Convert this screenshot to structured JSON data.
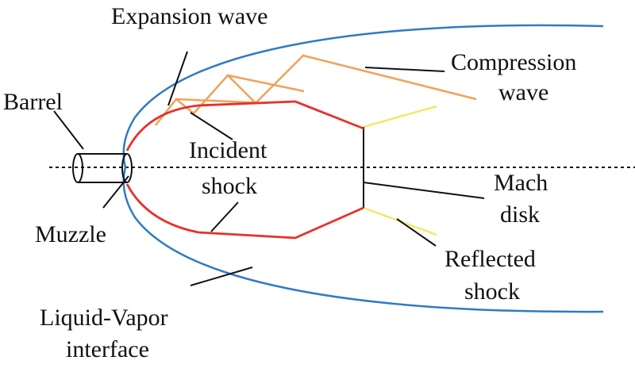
{
  "labels": {
    "expansion_wave": "Expansion wave",
    "compression_wave_1": "Compression",
    "compression_wave_2": "wave",
    "barrel": "Barrel",
    "incident_shock_1": "Incident",
    "incident_shock_2": "shock",
    "mach_disk_1": "Mach",
    "mach_disk_2": "disk",
    "muzzle": "Muzzle",
    "reflected_shock_1": "Reflected",
    "reflected_shock_2": "shock",
    "liquid_vapor_interface_1": "Liquid-Vapor",
    "liquid_vapor_interface_2": "interface"
  },
  "colors": {
    "interface": "#2e7bc4",
    "incident_shock": "#e8302a",
    "expansion_wave": "#f0a25a",
    "reflected_shock": "#f5e66a",
    "leader_lines": "#111111",
    "axis": "#111111"
  }
}
